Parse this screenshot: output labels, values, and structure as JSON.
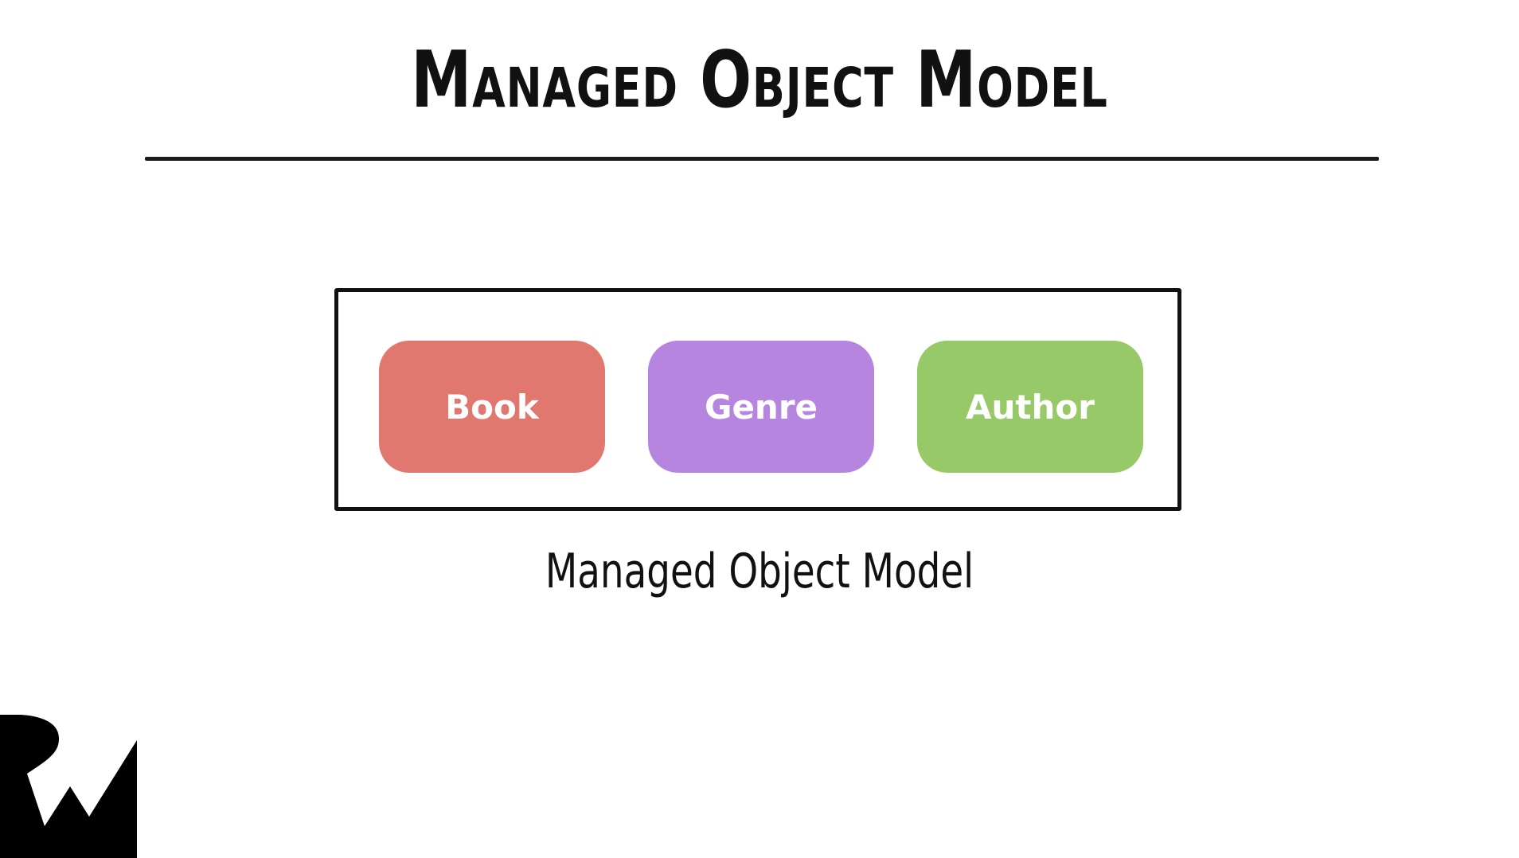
{
  "slide": {
    "title": "Managed Object Model",
    "caption": "Managed Object Model"
  },
  "entities": [
    {
      "label": "Book",
      "color": "#e07870"
    },
    {
      "label": "Genre",
      "color": "#b585e0"
    },
    {
      "label": "Author",
      "color": "#97c968"
    }
  ],
  "logo": {
    "icon": "rw-logo-icon",
    "color": "#000000"
  }
}
